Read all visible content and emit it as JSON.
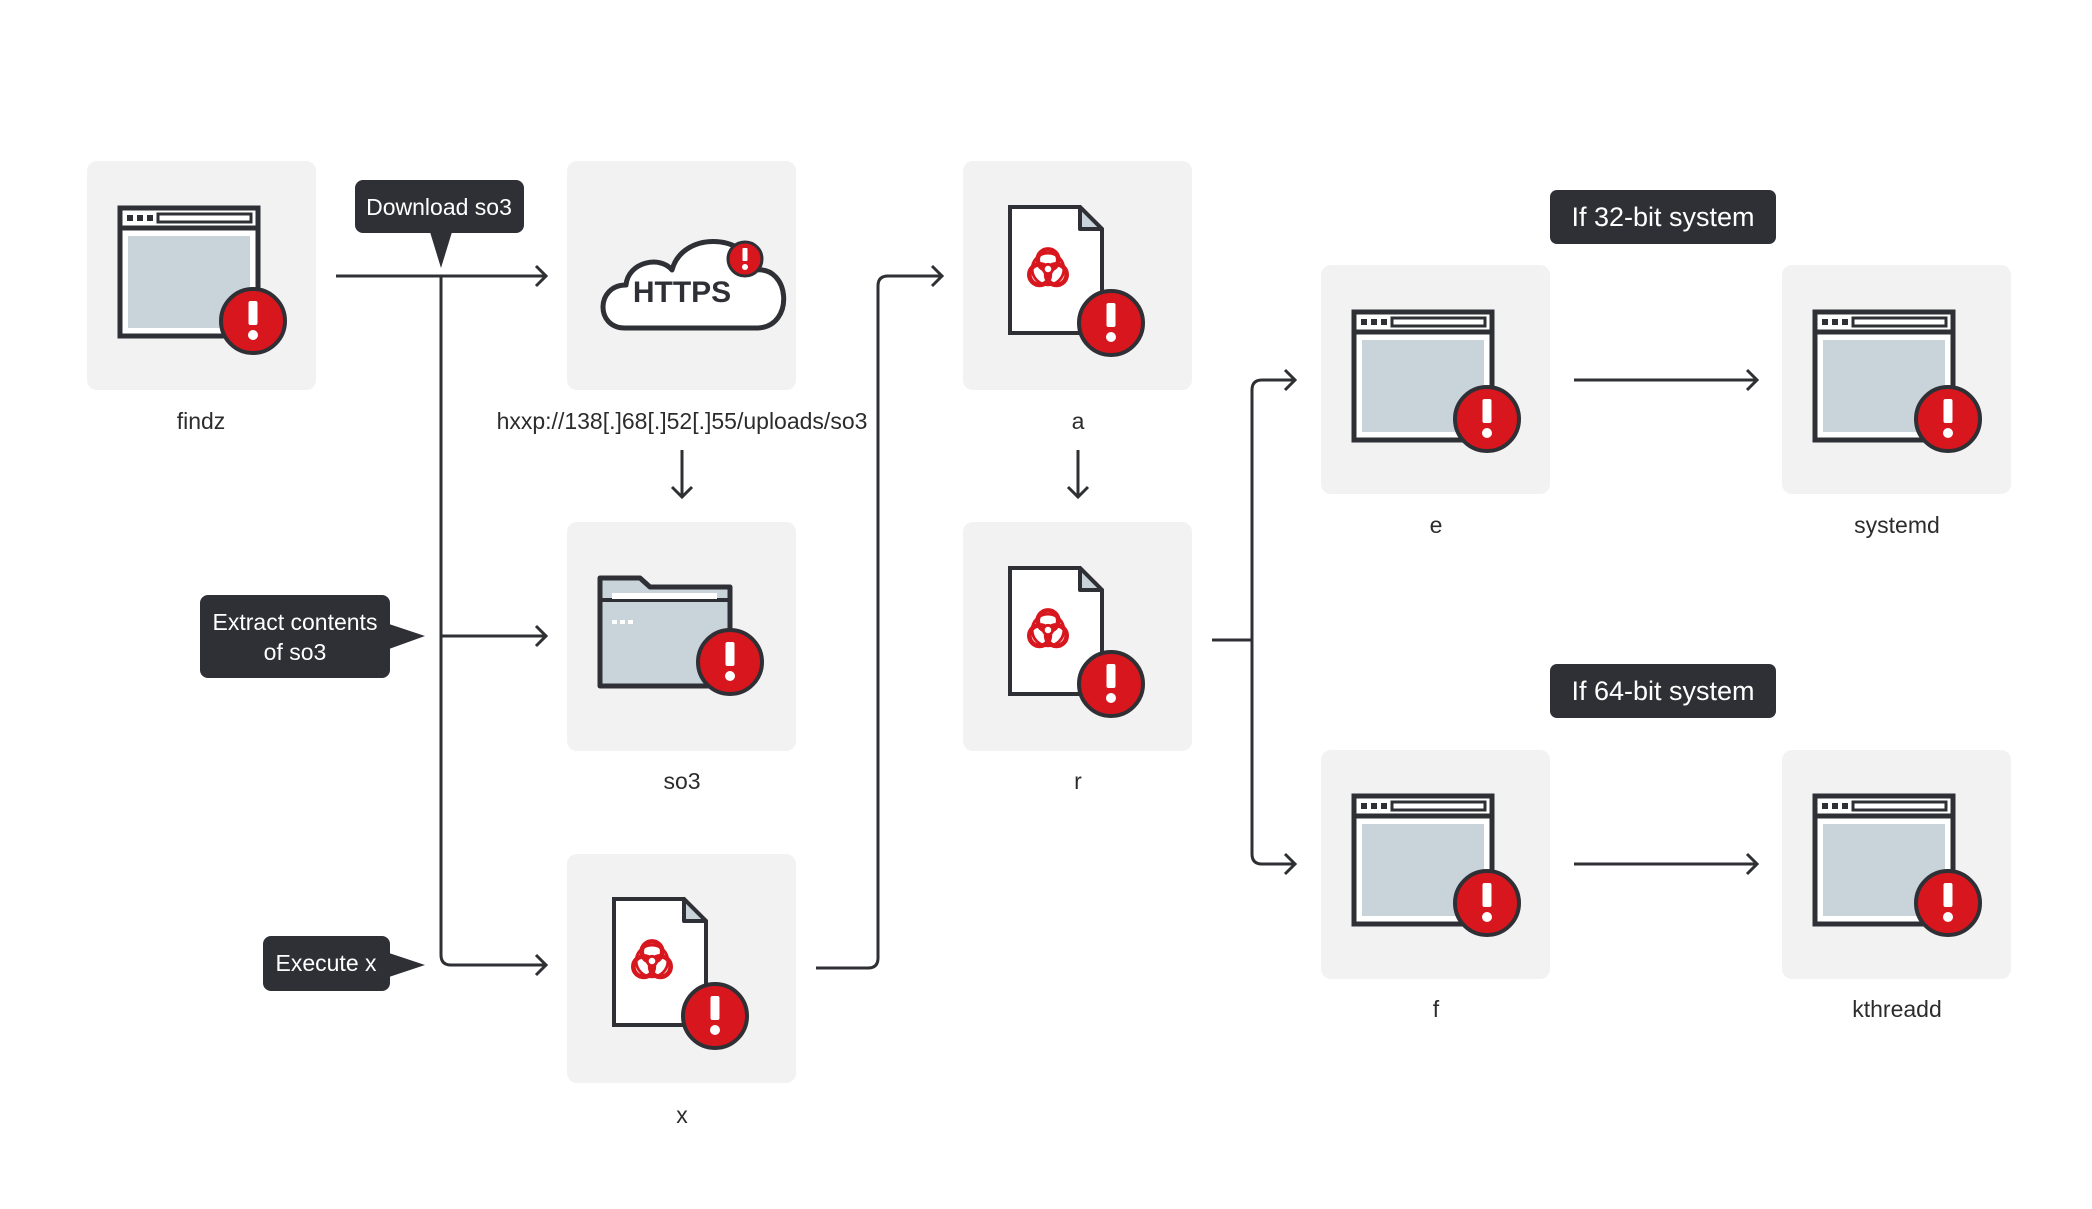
{
  "nodes": {
    "findz": "findz",
    "https": "HTTPS",
    "url": "hxxp://138[.]68[.]52[.]55/uploads/so3",
    "so3": "so3",
    "x": "x",
    "a": "a",
    "r": "r",
    "e": "e",
    "systemd": "systemd",
    "f": "f",
    "kthreadd": "kthreadd"
  },
  "steps": {
    "download": "Download so3",
    "extract_line1": "Extract contents",
    "extract_line2": "of so3",
    "execute": "Execute x"
  },
  "conditions": {
    "bit32": "If 32-bit system",
    "bit64": "If 64-bit system"
  },
  "icons": {
    "window": "window-icon",
    "cloud": "cloud-icon",
    "folder": "folder-icon",
    "biohazard_file": "biohazard-file-icon",
    "alert": "alert-icon",
    "arrow": "arrow-icon"
  },
  "colors": {
    "alert_red": "#d7161e",
    "dark": "#2e3035",
    "tile": "#f2f2f2",
    "window_fill": "#c9d3da"
  }
}
